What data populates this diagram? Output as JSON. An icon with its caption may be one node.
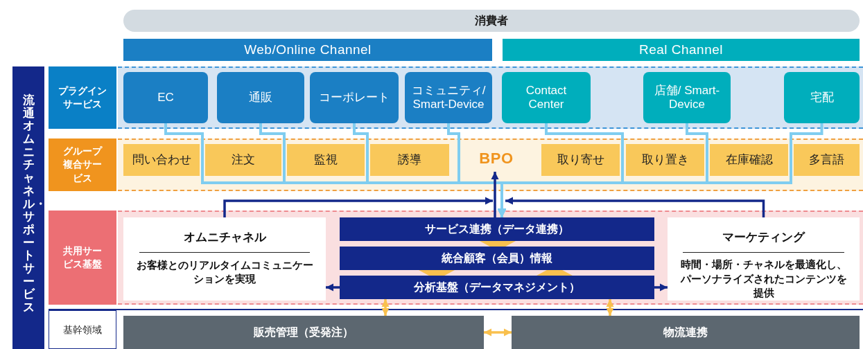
{
  "diagram": {
    "nodes": [
      {
        "text": [
          "消費者"
        ]
      },
      {
        "text": [
          "Web/Online Channel"
        ]
      },
      {
        "text": [
          "Real Channel"
        ]
      },
      {
        "text": [
          "流通オムニチャネル・サポートサービス"
        ]
      },
      {
        "text": [
          "プラグインサービス"
        ]
      },
      {
        "text": [
          "EC"
        ]
      },
      {
        "text": [
          "通販"
        ]
      },
      {
        "text": [
          "コーポレート"
        ]
      },
      {
        "text": [
          "コミュニティ/ Smart-Device"
        ]
      },
      {
        "text": [
          "Contact Center"
        ]
      },
      {
        "text": [
          "店舗/ Smart-Device"
        ]
      },
      {
        "text": [
          "宅配"
        ]
      },
      {
        "text": [
          "グループ複合サービス"
        ]
      },
      {
        "text": [
          "問い合わせ"
        ]
      },
      {
        "text": [
          "注文"
        ]
      },
      {
        "text": [
          "監視"
        ]
      },
      {
        "text": [
          "誘導"
        ]
      },
      {
        "text": [
          "BPO"
        ]
      },
      {
        "text": [
          "取り寄せ"
        ]
      },
      {
        "text": [
          "取り置き"
        ]
      },
      {
        "text": [
          "在庫確認"
        ]
      },
      {
        "text": [
          "多言語"
        ]
      },
      {
        "text": [
          "共用サービス基盤"
        ]
      },
      {
        "text": [
          "オムニチャネル",
          "お客様とのリアルタイムコミュニケーションを実現"
        ]
      },
      {
        "text": [
          "サービス連携（データ連携）"
        ]
      },
      {
        "text": [
          "統合顧客（会員）情報"
        ]
      },
      {
        "text": [
          "分析基盤（データマネジメント）"
        ]
      },
      {
        "text": [
          "マーケティング",
          "時間・場所・チャネルを最適化し、パーソナライズされたコンテンツを提供"
        ]
      },
      {
        "text": [
          "基幹領域"
        ]
      },
      {
        "text": [
          "販売管理（受発注）"
        ]
      },
      {
        "text": [
          "物流連携"
        ]
      }
    ],
    "edges": [
      {
        "from": 5,
        "to": 24,
        "arrow": "to"
      },
      {
        "from": 6,
        "to": 24,
        "arrow": "to"
      },
      {
        "from": 7,
        "to": 24,
        "arrow": "to"
      },
      {
        "from": 8,
        "to": 24,
        "arrow": "to"
      },
      {
        "from": 9,
        "to": 24,
        "arrow": "to"
      },
      {
        "from": 10,
        "to": 24,
        "arrow": "to"
      },
      {
        "from": 11,
        "to": 24,
        "arrow": "to"
      },
      {
        "from": 24,
        "to": 17,
        "arrow": "to",
        "color": "#13288a"
      },
      {
        "from": 23,
        "to": 24,
        "arrow": "to",
        "color": "#13288a"
      },
      {
        "from": 27,
        "to": 24,
        "arrow": "to",
        "color": "#13288a"
      },
      {
        "from": 26,
        "to": 23,
        "arrow": "to",
        "color": "#13288a"
      },
      {
        "from": 26,
        "to": 27,
        "arrow": "to",
        "color": "#13288a"
      },
      {
        "from": 24,
        "to": 25,
        "arrow": "to",
        "color": "#f9c04e"
      },
      {
        "from": 25,
        "to": 26,
        "arrow": "to",
        "color": "#f9c04e"
      },
      {
        "from": 26,
        "to": 25,
        "arrow": "to",
        "color": "#f9c04e"
      },
      {
        "from": 26,
        "to": 29,
        "arrow": "both",
        "color": "#f9c04e"
      },
      {
        "from": 26,
        "to": 30,
        "arrow": "both",
        "color": "#f9c04e"
      },
      {
        "from": 29,
        "to": 30,
        "arrow": "both",
        "color": "#f9c04e"
      }
    ]
  }
}
